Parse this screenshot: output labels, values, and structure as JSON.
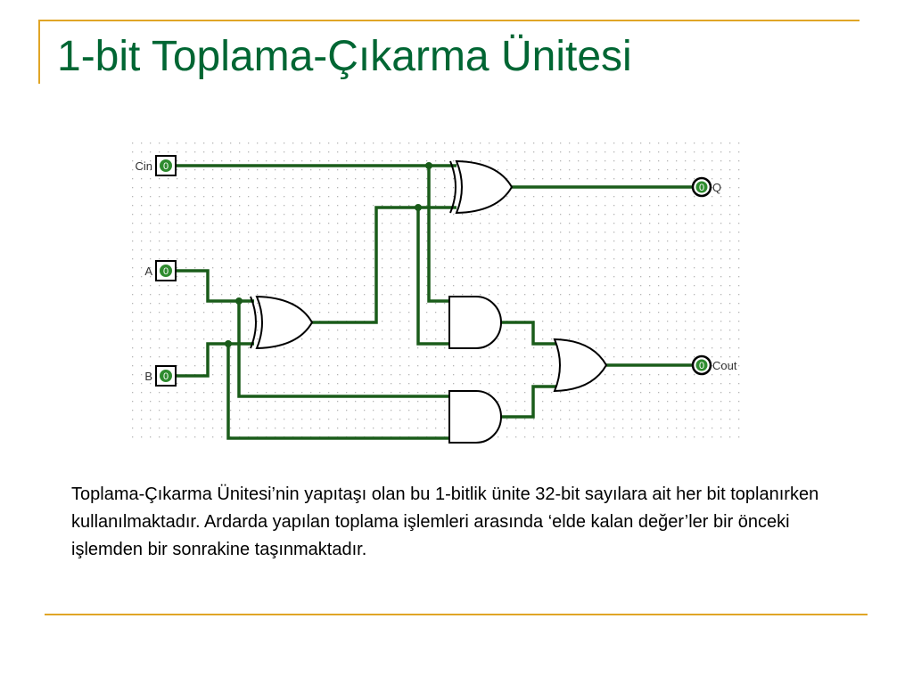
{
  "slide": {
    "title": "1-bit Toplama-Çıkarma Ünitesi",
    "description": "Toplama-Çıkarma Ünitesi’nin yapıtaşı olan bu 1-bitlik ünite 32-bit sayılara ait her bit toplanırken kullanılmaktadır. Ardarda yapılan toplama işlemleri arasında ‘elde kalan değer’ler bir önceki işlemden bir sonrakine taşınmaktadır."
  },
  "circuit": {
    "inputs": [
      {
        "name": "Cin",
        "value": "0"
      },
      {
        "name": "A",
        "value": "0"
      },
      {
        "name": "B",
        "value": "0"
      }
    ],
    "outputs": [
      {
        "name": "Q",
        "value": "0"
      },
      {
        "name": "Cout",
        "value": "0"
      }
    ],
    "gates": [
      "XOR",
      "XOR",
      "AND",
      "AND",
      "OR"
    ]
  },
  "colors": {
    "title": "#006633",
    "accent_lines": "#e0a526",
    "wire": "#1a5c1a",
    "pin_fill": "#2e8b2e"
  }
}
